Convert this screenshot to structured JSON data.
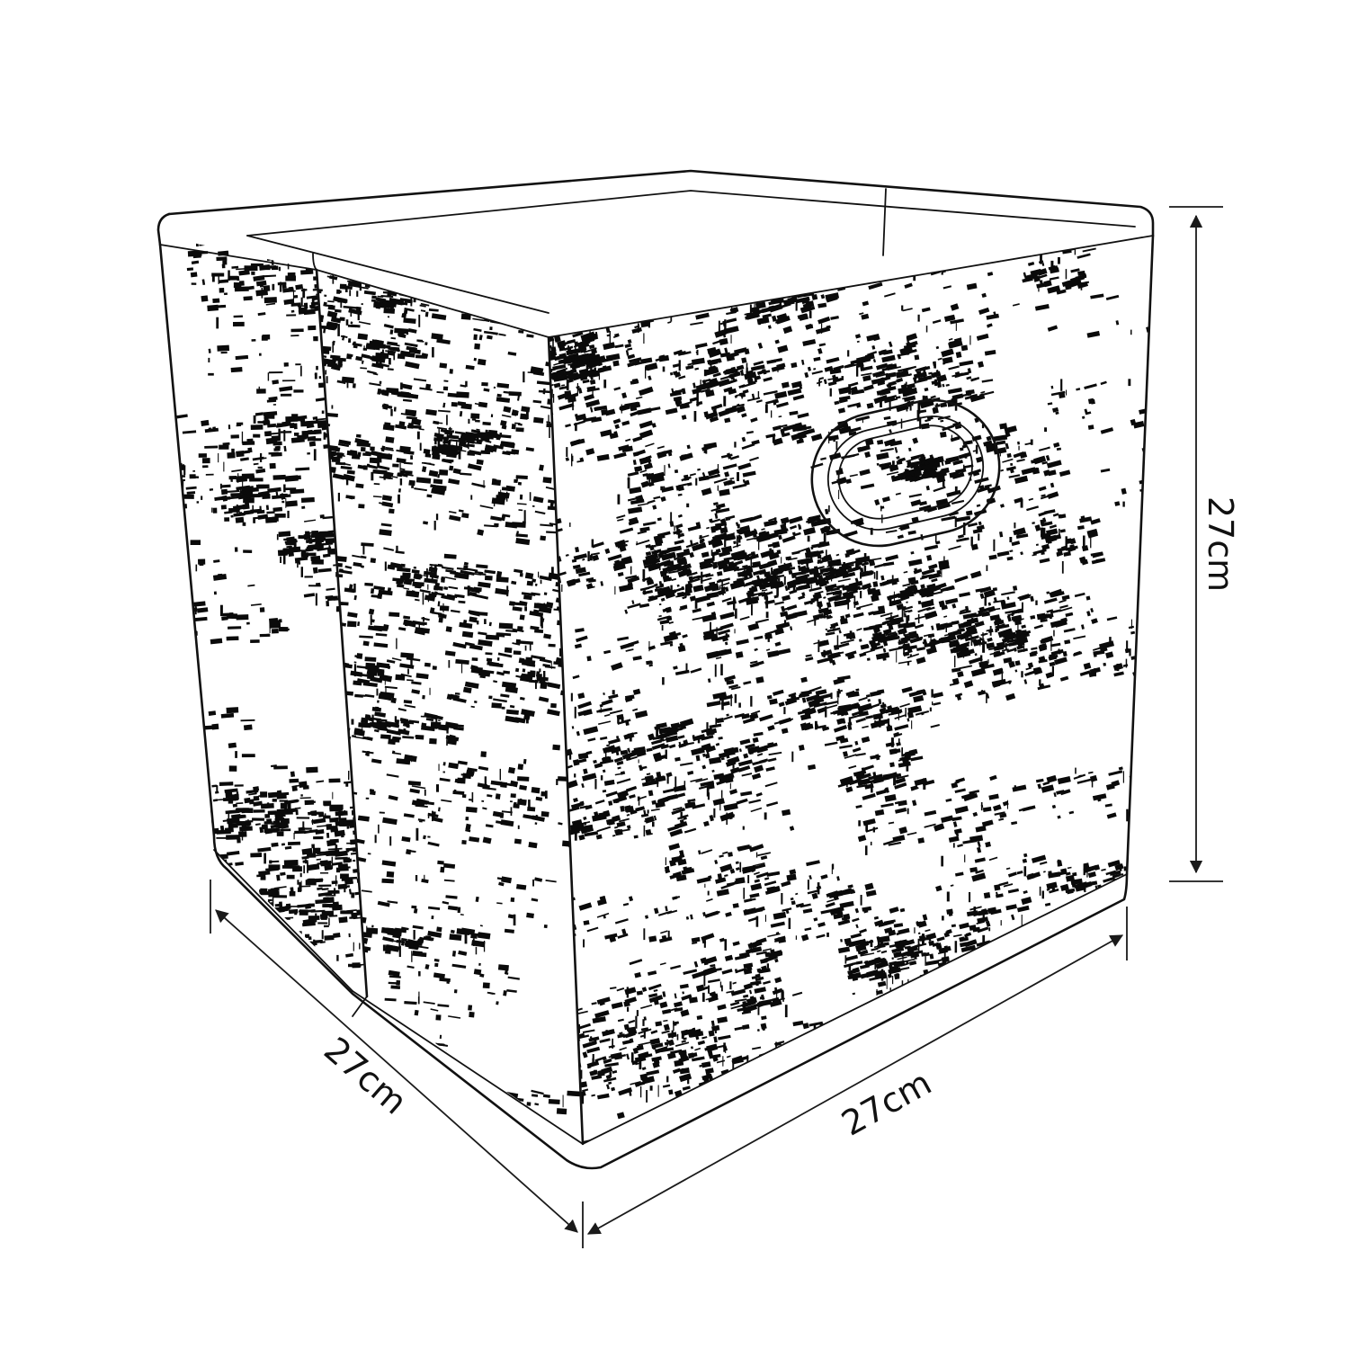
{
  "product": {
    "kind": "cube-storage-box",
    "pattern": "distressed-texture",
    "colors": {
      "ink": "#111111",
      "background": "#ffffff"
    }
  },
  "dimensions": {
    "height": {
      "value": 27,
      "unit": "cm",
      "label": "27cm"
    },
    "depth": {
      "value": 27,
      "unit": "cm",
      "label": "27cm"
    },
    "width": {
      "value": 27,
      "unit": "cm",
      "label": "27cm"
    }
  },
  "icons": {
    "handle": "handle-cutout-icon",
    "arrow": "arrowhead-icon"
  }
}
